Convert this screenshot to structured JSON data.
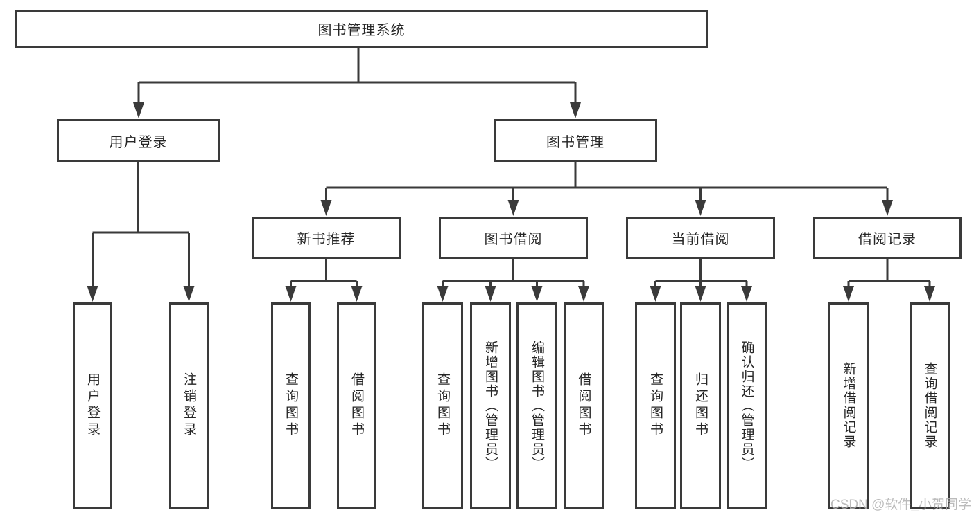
{
  "diagram": {
    "watermark": "CSDN @软件_小贺同学",
    "colors": {
      "line": "#3a3a3a",
      "box_border": "#3a3a3a",
      "text": "#262626",
      "watermark": "#b2b2b2",
      "background": "#ffffff"
    },
    "tree": {
      "label": "图书管理系统",
      "children": [
        {
          "label": "用户登录",
          "children": [
            {
              "label": "用户登录"
            },
            {
              "label": "注销登录"
            }
          ]
        },
        {
          "label": "图书管理",
          "children": [
            {
              "label": "新书推荐",
              "children": [
                {
                  "label": "查询图书"
                },
                {
                  "label": "借阅图书"
                }
              ]
            },
            {
              "label": "图书借阅",
              "children": [
                {
                  "label": "查询图书"
                },
                {
                  "label": "新增图书（管理员）"
                },
                {
                  "label": "编辑图书（管理员）"
                },
                {
                  "label": "借阅图书"
                }
              ]
            },
            {
              "label": "当前借阅",
              "children": [
                {
                  "label": "查询图书"
                },
                {
                  "label": "归还图书"
                },
                {
                  "label": "确认归还（管理员）"
                }
              ]
            },
            {
              "label": "借阅记录",
              "children": [
                {
                  "label": "新增借阅记录"
                },
                {
                  "label": "查询借阅记录"
                }
              ]
            }
          ]
        }
      ]
    }
  }
}
